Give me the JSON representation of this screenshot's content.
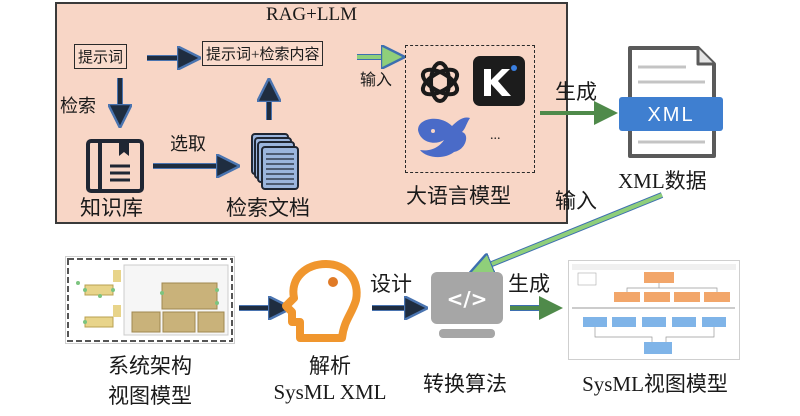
{
  "rag": {
    "title": "RAG+LLM",
    "prompt_box": "提示词",
    "prompt_plus_box": "提示词+检索内容",
    "retrieve_label": "检索",
    "select_label": "选取",
    "input_label": "输入",
    "knowledge_base_label": "知识库",
    "retrieved_docs_label": "检索文档",
    "llm_label": "大语言模型",
    "llm_more": "..."
  },
  "xml": {
    "generate_label": "生成",
    "badge_text": "XML",
    "caption": "XML数据",
    "input_label": "输入"
  },
  "bottom": {
    "arch_model_caption_line1": "系统架构",
    "arch_model_caption_line2": "视图模型",
    "parse_caption_line1": "解析",
    "parse_caption_line2": "SysML XML",
    "design_label": "设计",
    "algorithm_caption": "转换算法",
    "code_glyph": "</>",
    "generate_label": "生成",
    "sysml_caption": "SysML视图模型"
  },
  "colors": {
    "rag_background": "#f8d6c6",
    "dark_arrow": "#1f2d40",
    "green_arrow": "#4f8a4a",
    "light_green_arrow": "#8fcf7a",
    "xml_blue": "#3f7fd0",
    "head_orange": "#f0962e",
    "monitor_gray": "#a6a6a6",
    "whale_blue": "#4a6bc8"
  }
}
